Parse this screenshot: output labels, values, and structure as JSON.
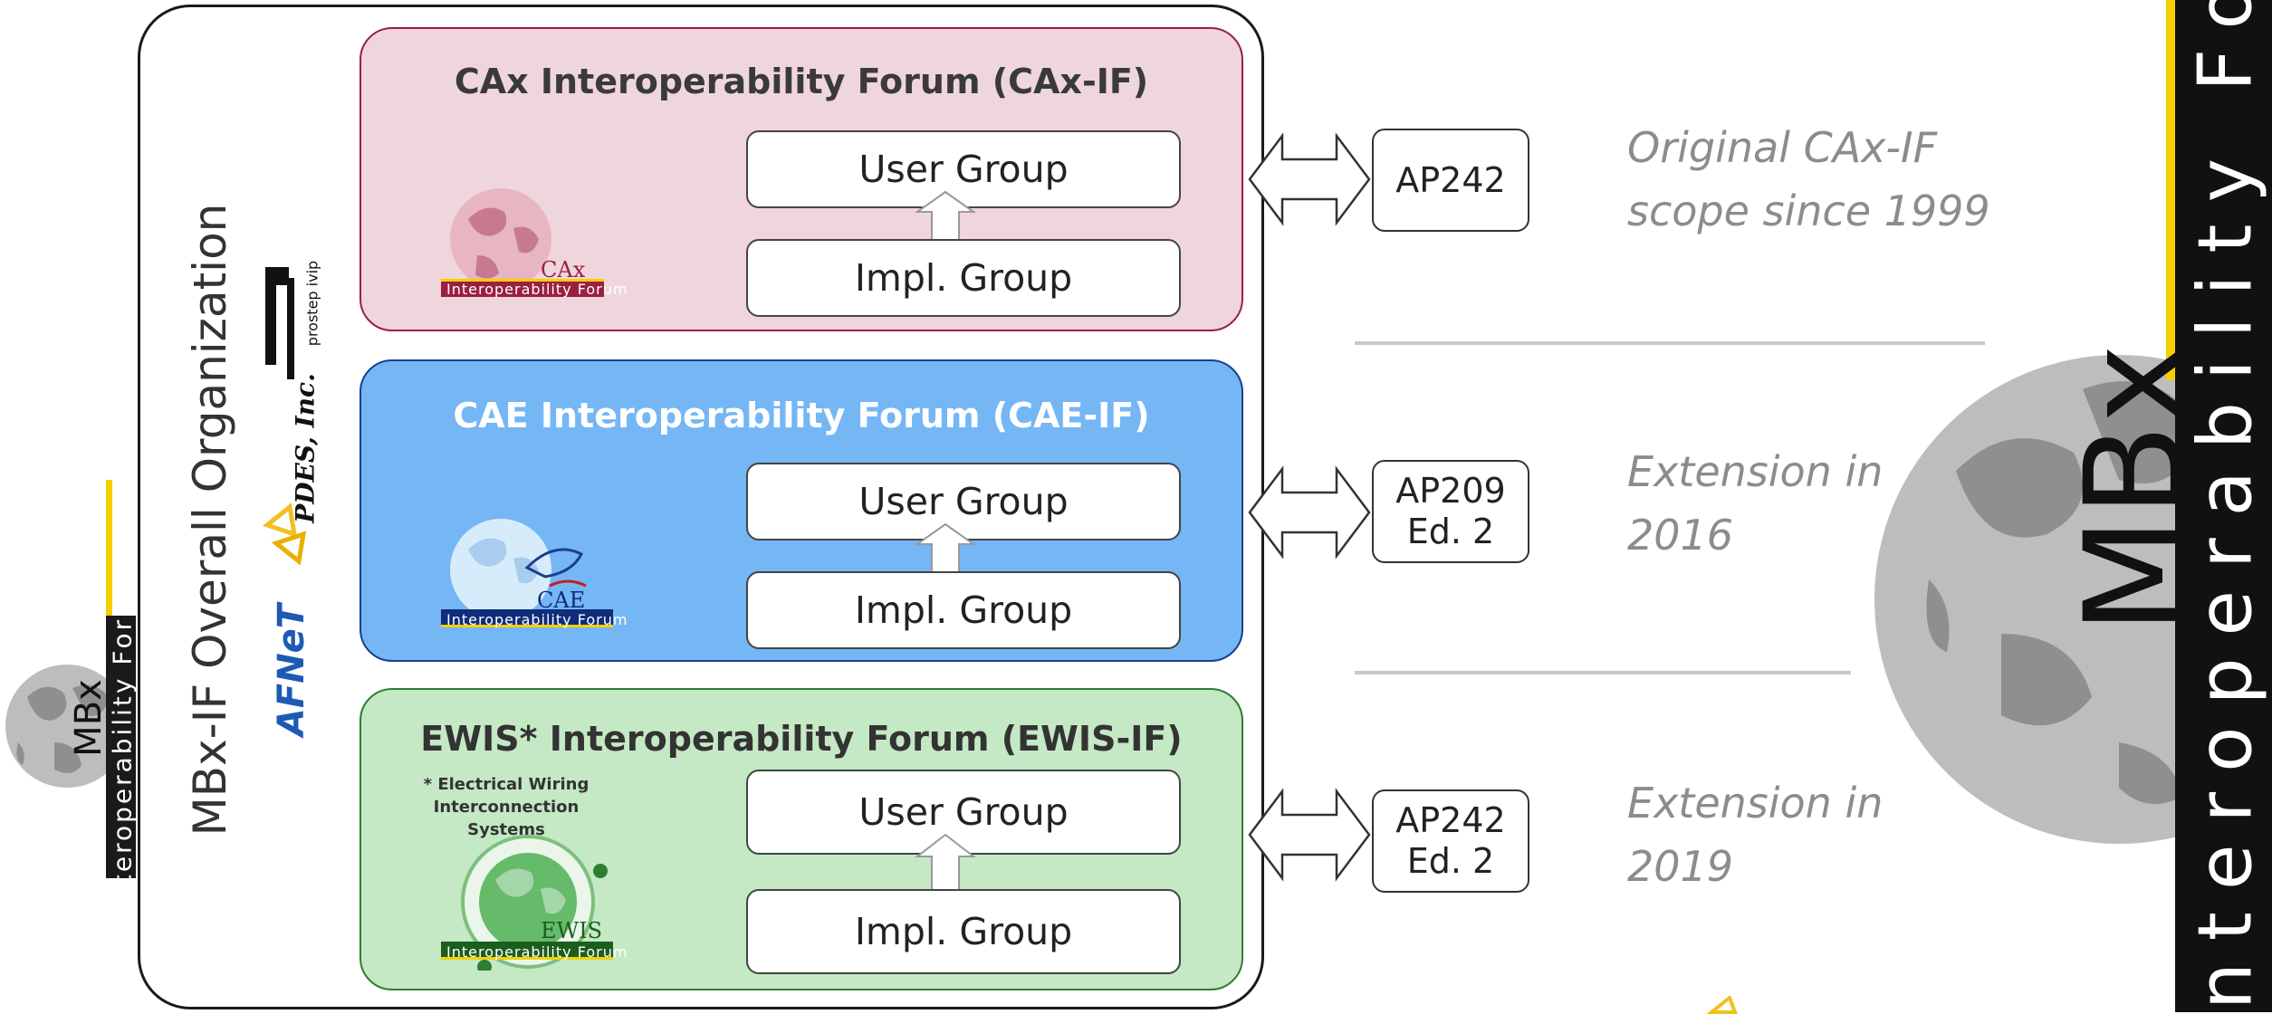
{
  "organization": {
    "title": "MBx-IF Overall Organization"
  },
  "forums": [
    {
      "title": "CAx Interoperability Forum (CAx-IF)",
      "user_group": "User Group",
      "impl_group": "Impl. Group",
      "logo_mark": "CAx",
      "logo_banner": "Interoperability Forum",
      "ap_lines": [
        "AP242"
      ],
      "note": [
        "Original CAx-IF",
        "scope since 1999"
      ],
      "colors": {
        "fill": "#efd6dc",
        "border": "#9b2040",
        "title": "#3a3a3a"
      }
    },
    {
      "title": "CAE Interoperability Forum (CAE-IF)",
      "user_group": "User Group",
      "impl_group": "Impl. Group",
      "logo_mark": "CAE",
      "logo_banner": "Interoperability Forum",
      "ap_lines": [
        "AP209",
        "Ed. 2"
      ],
      "note": [
        "Extension in",
        "2016"
      ],
      "colors": {
        "fill": "#75b6f5",
        "border": "#1a3f8c",
        "title": "#ffffff"
      }
    },
    {
      "title": "EWIS* Interoperability Forum (EWIS-IF)",
      "footnote": [
        "* Electrical Wiring",
        "Interconnection Systems"
      ],
      "user_group": "User Group",
      "impl_group": "Impl. Group",
      "logo_mark": "EWIS",
      "logo_banner": "Interoperability Forum",
      "ap_lines": [
        "AP242",
        "Ed. 2"
      ],
      "note": [
        "Extension in",
        "2019"
      ],
      "colors": {
        "fill": "#c5e8c5",
        "border": "#2e7d32",
        "title": "#333333"
      }
    }
  ],
  "sponsor_logos": {
    "prostep": "prostep ivip",
    "pdes": "PDES, Inc.",
    "afnet": "AFNeT"
  },
  "mbx_logo": {
    "mark": "MBx",
    "banner": "Interoperability Forum",
    "accent_color": "#f5d000"
  },
  "big_watermark": {
    "mark": "MBx",
    "banner": "nteroperability Foru"
  }
}
